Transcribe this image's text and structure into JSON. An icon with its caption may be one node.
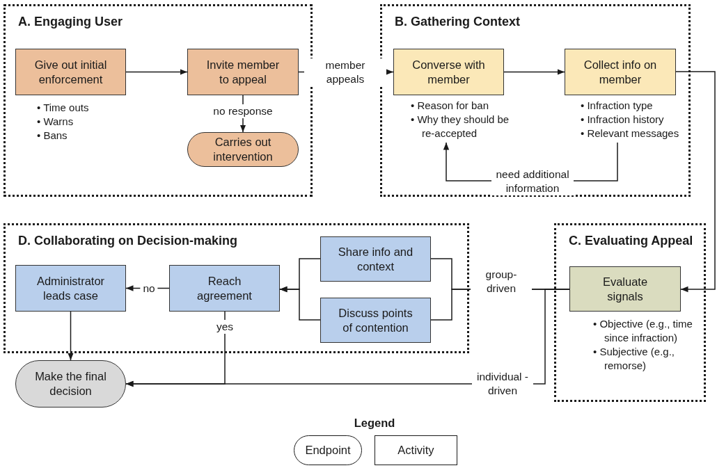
{
  "diagram": {
    "nodes": [
      {
        "text": [
          "A. Engaging User"
        ]
      },
      {
        "text": [
          "Give out initial enforcement"
        ],
        "in": 0,
        "beside": [
          "• Time outs",
          "• Warns",
          "• Bans"
        ]
      },
      {
        "text": [
          "Invite member to appeal"
        ],
        "in": 0
      },
      {
        "text": [
          "Carries out intervention"
        ],
        "in": 0
      },
      {
        "text": [
          "B. Gathering Context"
        ]
      },
      {
        "text": [
          "Converse with member"
        ],
        "in": 4,
        "beside": [
          "• Reason for ban",
          "• Why they should be re-accepted"
        ]
      },
      {
        "text": [
          "Collect info on member"
        ],
        "in": 4,
        "beside": [
          "• Infraction type",
          "• Infraction history",
          "• Relevant messages"
        ]
      },
      {
        "text": [
          "C. Evaluating Appeal"
        ]
      },
      {
        "text": [
          "Evaluate signals"
        ],
        "in": 7,
        "beside": [
          "• Objective (e.g., time since infraction)",
          "• Subjective (e.g., remorse)"
        ]
      },
      {
        "text": [
          "D. Collaborating on Decision-making"
        ]
      },
      {
        "text": [
          "Administrator leads case"
        ],
        "in": 9
      },
      {
        "text": [
          "Reach agreement"
        ],
        "in": 9
      },
      {
        "text": [
          "Share info and context"
        ],
        "in": 9
      },
      {
        "text": [
          "Discuss points of contention"
        ],
        "in": 9
      },
      {
        "text": [
          "Make the final decision"
        ]
      }
    ],
    "edges": [
      {
        "from": 1,
        "to": 2,
        "arrow": "to"
      },
      {
        "from": 2,
        "to": 3,
        "arrow": "to",
        "label": "no response"
      },
      {
        "from": 2,
        "to": 5,
        "arrow": "to",
        "label": "member appeals"
      },
      {
        "from": 5,
        "to": 6,
        "arrow": "to"
      },
      {
        "from": 6,
        "to": 5,
        "arrow": "to",
        "label": "need additional information"
      },
      {
        "from": 6,
        "to": 8,
        "arrow": "to"
      },
      {
        "from": 8,
        "to": 12,
        "arrow": "none",
        "label": "group-driven"
      },
      {
        "from": 8,
        "to": 13,
        "arrow": "none"
      },
      {
        "from": 12,
        "to": 11,
        "arrow": "to"
      },
      {
        "from": 13,
        "to": 11,
        "arrow": "to"
      },
      {
        "from": 8,
        "to": 14,
        "arrow": "to",
        "label": "individual -driven"
      },
      {
        "from": 11,
        "to": 14,
        "arrow": "to",
        "label": "yes"
      },
      {
        "from": 11,
        "to": 10,
        "arrow": "to",
        "label": "no"
      },
      {
        "from": 10,
        "to": 14,
        "arrow": "to"
      }
    ],
    "labels": [
      "Legend"
    ],
    "legend": [
      {
        "text": "Endpoint"
      },
      {
        "text": "Activity"
      }
    ]
  }
}
